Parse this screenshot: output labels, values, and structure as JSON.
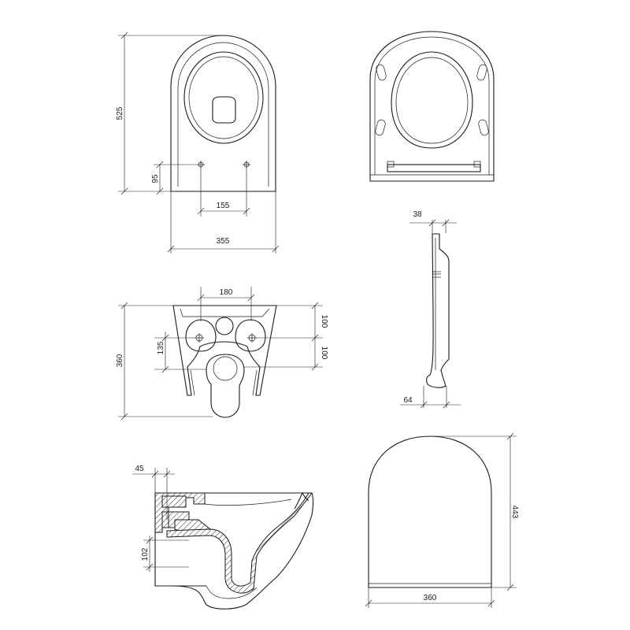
{
  "views": {
    "top": {
      "height_label": "525",
      "offset_label": "95",
      "hole_spacing_label": "155",
      "width_label": "355"
    },
    "seat": {},
    "seat_side": {
      "top_label": "38",
      "bottom_label": "64"
    },
    "rear": {
      "width_label": "180",
      "height_label": "360",
      "hole_height_label": "135",
      "upper_label": "100",
      "lower_label": "100"
    },
    "section": {
      "offset_label": "45",
      "outlet_label": "102"
    },
    "front": {
      "height_label": "443",
      "width_label": "360"
    }
  }
}
